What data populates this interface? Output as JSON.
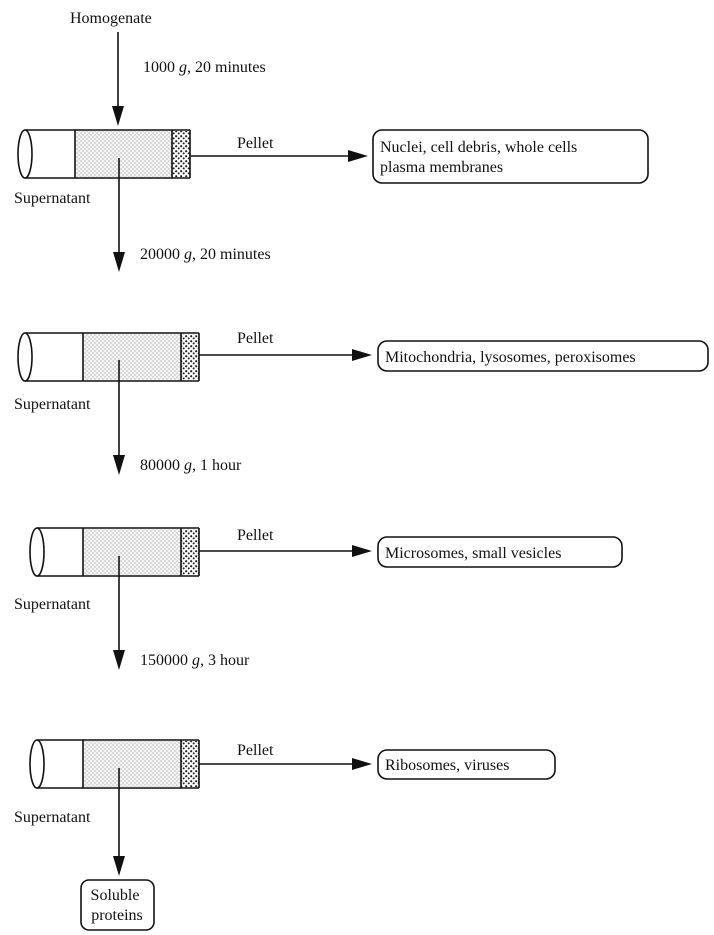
{
  "start_label": "Homogenate",
  "steps": [
    {
      "spin": {
        "prefix": "1000 ",
        "g": "g",
        "suffix": ", 20 minutes"
      },
      "pellet_label": "Pellet",
      "supernatant_label": "Supernatant",
      "pellet_contents": [
        "Nuclei, cell debris, whole cells",
        "plasma membranes"
      ]
    },
    {
      "spin": {
        "prefix": "20000 ",
        "g": "g",
        "suffix": ", 20 minutes"
      },
      "pellet_label": "Pellet",
      "supernatant_label": "Supernatant",
      "pellet_contents": [
        "Mitochondria, lysosomes, peroxisomes"
      ]
    },
    {
      "spin": {
        "prefix": "80000 ",
        "g": "g",
        "suffix": ", 1 hour"
      },
      "pellet_label": "Pellet",
      "supernatant_label": "Supernatant",
      "pellet_contents": [
        "Microsomes, small vesicles"
      ]
    },
    {
      "spin": {
        "prefix": "150000 ",
        "g": "g",
        "suffix": ", 3 hour"
      },
      "pellet_label": "Pellet",
      "supernatant_label": "Supernatant",
      "pellet_contents": [
        "Ribosomes, viruses"
      ]
    }
  ],
  "final_product": [
    "Soluble",
    "proteins"
  ],
  "colors": {
    "line": "#111111",
    "stipple": "#bfbfbf",
    "pellet_dots": "#222222",
    "background": "#ffffff"
  }
}
